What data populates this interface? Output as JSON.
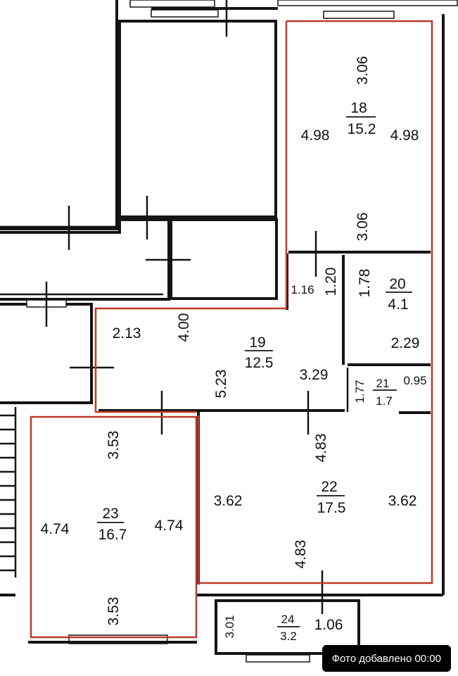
{
  "rooms": [
    {
      "id": "r18",
      "number": "18",
      "area": "15.2",
      "dims": [
        "3.06",
        "4.98",
        "4.98",
        "3.06"
      ]
    },
    {
      "id": "r19",
      "number": "19",
      "area": "12.5",
      "dims": [
        "2.13",
        "4.00",
        "5.23",
        "3.29",
        "1.16",
        "1.20"
      ]
    },
    {
      "id": "r20",
      "number": "20",
      "area": "4.1",
      "dims": [
        "1.78",
        "2.29"
      ]
    },
    {
      "id": "r21",
      "number": "21",
      "area": "1.7",
      "dims": [
        "1.77",
        "0.95"
      ]
    },
    {
      "id": "r22",
      "number": "22",
      "area": "17.5",
      "dims": [
        "3.62",
        "4.83",
        "3.62",
        "4.83"
      ]
    },
    {
      "id": "r23",
      "number": "23",
      "area": "16.7",
      "dims": [
        "3.53",
        "4.74",
        "4.74",
        "3.53"
      ]
    },
    {
      "id": "r24",
      "number": "24",
      "area": "3.2",
      "dims": [
        "3.01",
        "1.06"
      ]
    }
  ],
  "badge": {
    "text": "Фото добавлено 00:00"
  },
  "colors": {
    "wall": "#141414",
    "highlight": "#c0392b",
    "background": "#ffffff"
  }
}
